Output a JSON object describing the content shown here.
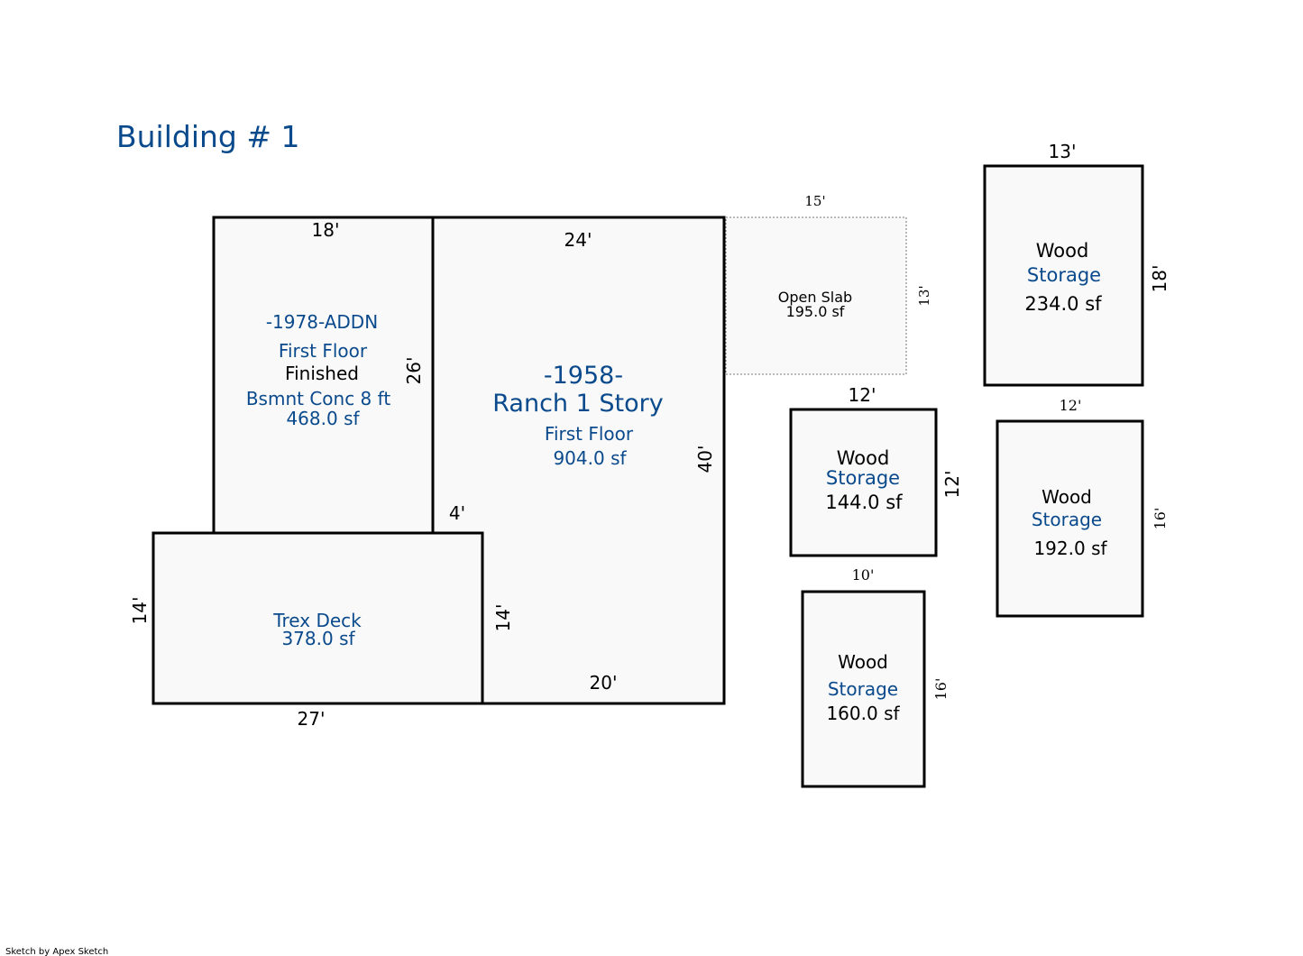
{
  "title": "Building # 1",
  "footer": "Sketch by Apex Sketch",
  "colors": {
    "label_blue": "#0a4a8c",
    "outline": "#000000",
    "fill": "#f9f9f9"
  },
  "areas": {
    "addn": {
      "year": "-1978-ADDN",
      "floor": "First Floor",
      "finish": "Finished",
      "type": "Bsmnt Conc 8 ft",
      "area": "468.0 sf",
      "dims": {
        "top": "18'",
        "right": "26'"
      }
    },
    "ranch": {
      "year": "-1958-",
      "name": "Ranch 1 Story",
      "floor": "First Floor",
      "area": "904.0 sf",
      "dims": {
        "top": "24'",
        "right": "40'",
        "bottom": "20'",
        "left_upper": "4'",
        "left_lower": "14'"
      }
    },
    "deck": {
      "name": "Trex Deck",
      "area": "378.0 sf",
      "dims": {
        "left": "14'",
        "bottom": "27'"
      }
    },
    "slab": {
      "name": "Open Slab",
      "area": "195.0 sf",
      "dims": {
        "top": "15'",
        "right": "13'"
      }
    },
    "storage_234": {
      "material": "Wood",
      "type": "Storage",
      "area": "234.0 sf",
      "dims": {
        "top": "13'",
        "right": "18'"
      }
    },
    "storage_144": {
      "material": "Wood",
      "type": "Storage",
      "area": "144.0 sf",
      "dims": {
        "top": "12'",
        "right": "12'"
      }
    },
    "storage_192": {
      "material": "Wood",
      "type": "Storage",
      "area": "192.0 sf",
      "dims": {
        "top": "12'",
        "right": "16'"
      }
    },
    "storage_160": {
      "material": "Wood",
      "type": "Storage",
      "area": "160.0 sf",
      "dims": {
        "top": "10'",
        "right": "16'"
      }
    }
  }
}
